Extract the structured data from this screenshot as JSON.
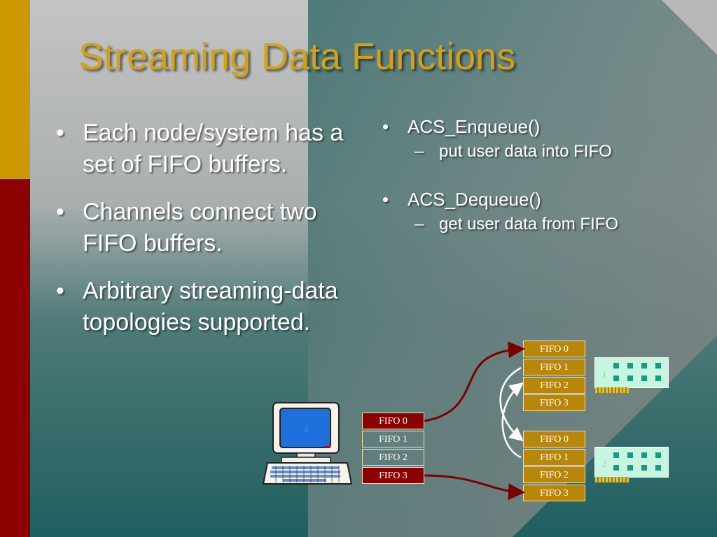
{
  "slide": {
    "title": "Streaming Data Functions",
    "left_bullets": [
      "Each node/system has a set of FIFO buffers.",
      "Channels connect two FIFO buffers.",
      "Arbitrary streaming-data topologies supported."
    ],
    "right_items": [
      {
        "label": "ACS_Enqueue()",
        "sub": "put user data into FIFO"
      },
      {
        "label": "ACS_Dequeue()",
        "sub": "get user data from FIFO"
      }
    ],
    "bullet_char": "•",
    "dash_char": "–"
  },
  "diagram": {
    "computer_fifos": [
      "FIFO 0",
      "FIFO 1",
      "FIFO 2",
      "FIFO 3"
    ],
    "node1_fifos": [
      "FIFO 0",
      "FIFO 1",
      "FIFO 2",
      "FIFO 3"
    ],
    "node2_fifos": [
      "FIFO 0",
      "FIFO 1",
      "FIFO 2",
      "FIFO 3"
    ],
    "board1_label": "1",
    "board2_label": "2",
    "computer_screen_label": "0"
  },
  "colors": {
    "title": "#d4a017",
    "accent_gold": "#cc9900",
    "accent_red": "#8b0000",
    "arrow_red": "#7a0000",
    "board": "#c8f5e0"
  }
}
